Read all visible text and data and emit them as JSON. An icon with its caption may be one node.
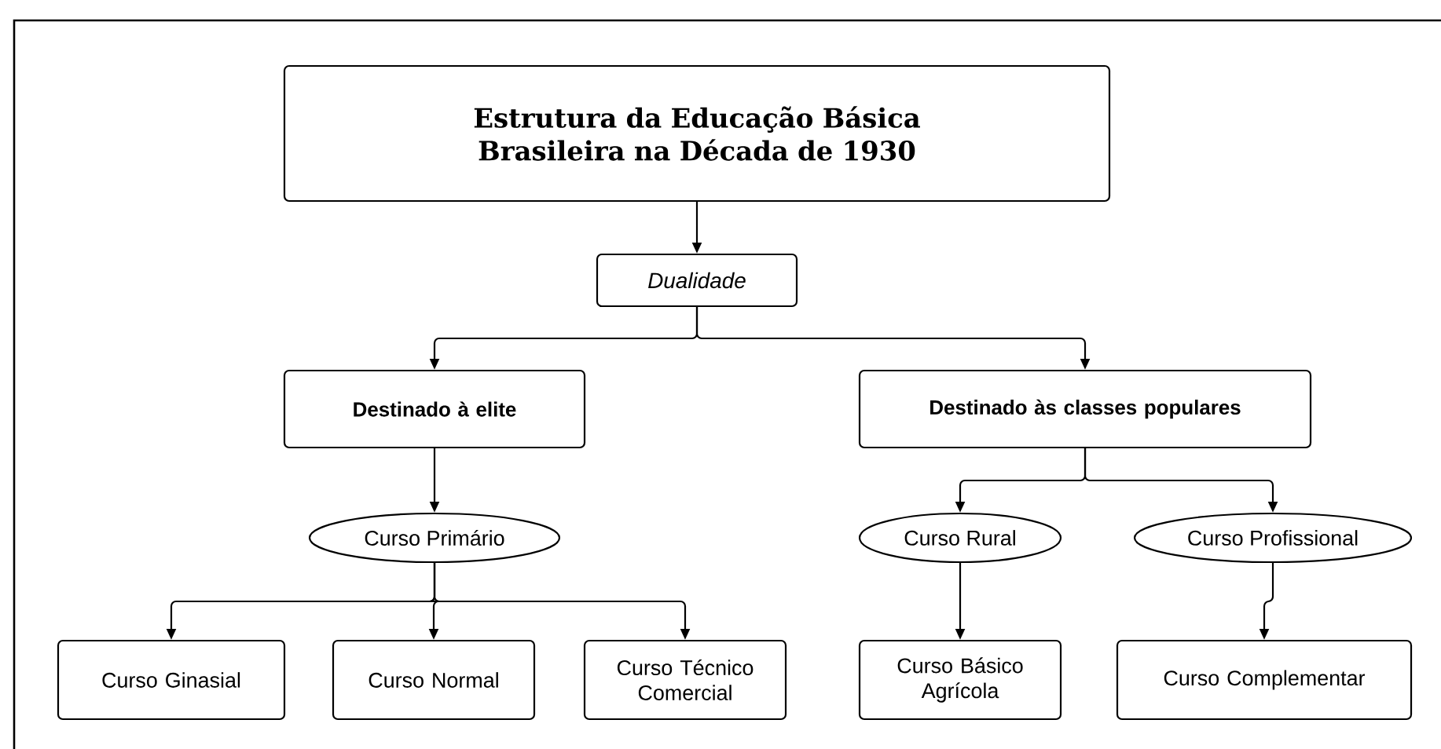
{
  "diagram": {
    "nodes": [
      {
        "text": [
          "Estrutura da Educação Básica Brasileira na Década de 1930"
        ]
      },
      {
        "text": [
          "Dualidade"
        ]
      },
      {
        "text": [
          "Destinado à elite"
        ]
      },
      {
        "text": [
          "Destinado às classes populares"
        ]
      },
      {
        "text": [
          "Curso Primário"
        ]
      },
      {
        "text": [
          "Curso Rural"
        ]
      },
      {
        "text": [
          "Curso Profissional"
        ]
      },
      {
        "text": [
          "Curso Ginasial"
        ]
      },
      {
        "text": [
          "Curso Normal"
        ]
      },
      {
        "text": [
          "Curso Técnico Comercial"
        ]
      },
      {
        "text": [
          "Curso Básico Agrícola"
        ]
      },
      {
        "text": [
          "Curso Complementar"
        ]
      }
    ],
    "edges": [
      {
        "from": 0,
        "to": 1,
        "arrow": "to"
      },
      {
        "from": 1,
        "to": 2,
        "arrow": "to"
      },
      {
        "from": 1,
        "to": 3,
        "arrow": "to"
      },
      {
        "from": 2,
        "to": 4,
        "arrow": "to"
      },
      {
        "from": 3,
        "to": 5,
        "arrow": "to"
      },
      {
        "from": 3,
        "to": 6,
        "arrow": "to"
      },
      {
        "from": 4,
        "to": 7,
        "arrow": "to"
      },
      {
        "from": 4,
        "to": 8,
        "arrow": "to"
      },
      {
        "from": 4,
        "to": 9,
        "arrow": "to"
      },
      {
        "from": 5,
        "to": 10,
        "arrow": "to"
      },
      {
        "from": 6,
        "to": 11,
        "arrow": "to"
      }
    ]
  }
}
